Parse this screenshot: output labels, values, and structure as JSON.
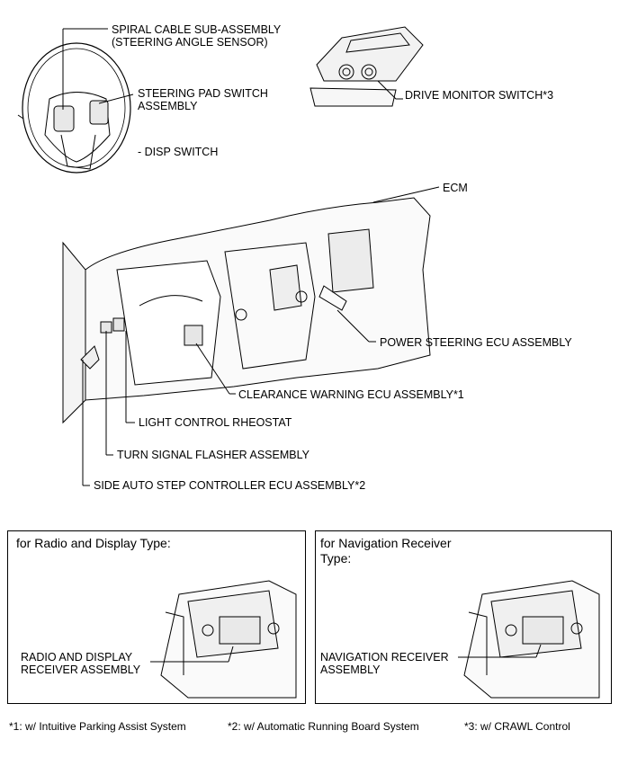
{
  "labels": {
    "spiral_cable": "SPIRAL CABLE SUB-ASSEMBLY\n(STEERING ANGLE SENSOR)",
    "steering_pad": "STEERING PAD SWITCH\nASSEMBLY",
    "disp_switch": "- DISP SWITCH",
    "drive_monitor": "DRIVE MONITOR SWITCH*3",
    "ecm": "ECM",
    "power_steering": "POWER STEERING ECU ASSEMBLY",
    "clearance_warning": "CLEARANCE WARNING ECU ASSEMBLY*1",
    "light_control": "LIGHT CONTROL RHEOSTAT",
    "turn_signal": "TURN SIGNAL FLASHER ASSEMBLY",
    "side_auto_step": "SIDE AUTO STEP CONTROLLER ECU ASSEMBLY*2"
  },
  "boxes": {
    "radio": {
      "title": "for Radio and Display Type:",
      "label": "RADIO AND DISPLAY\nRECEIVER ASSEMBLY"
    },
    "navigation": {
      "title": "for Navigation Receiver\nType:",
      "label": "NAVIGATION RECEIVER\nASSEMBLY"
    }
  },
  "footnotes": {
    "note1": "*1: w/ Intuitive Parking Assist System",
    "note2": "*2: w/ Automatic Running Board System",
    "note3": "*3: w/ CRAWL Control"
  }
}
